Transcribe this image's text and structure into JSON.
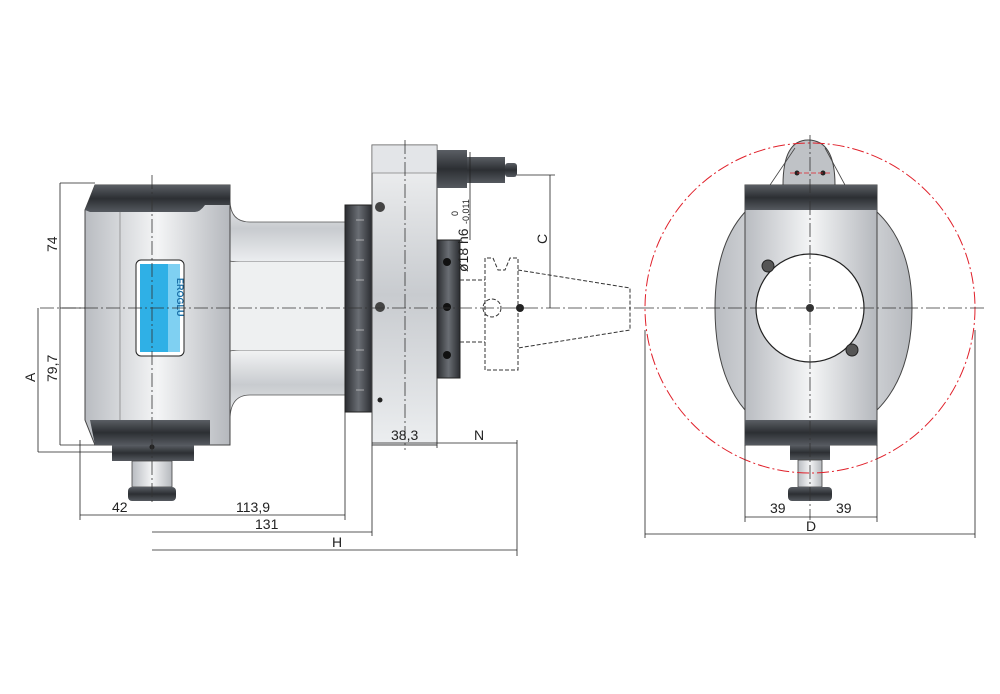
{
  "drawing": {
    "side_view": {
      "label_brand": "EROGLU",
      "dimensions": {
        "d74": "74",
        "d79_7": "79,7",
        "dA": "A",
        "d42": "42",
        "d113_9": "113,9",
        "d131": "131",
        "dH": "H",
        "d38_3": "38,3",
        "dN": "N",
        "dC": "C",
        "shank_dia": "ø18 h6",
        "tol_upper": "0",
        "tol_lower": "-0,011"
      }
    },
    "front_view": {
      "dimensions": {
        "d39_left": "39",
        "d39_right": "39",
        "dD": "D"
      }
    },
    "colors": {
      "body_light": "#d9dbde",
      "body_dark": "#3a3d42",
      "label_blue": "#2fb0e6",
      "swing_circle": "#e0202a"
    }
  }
}
